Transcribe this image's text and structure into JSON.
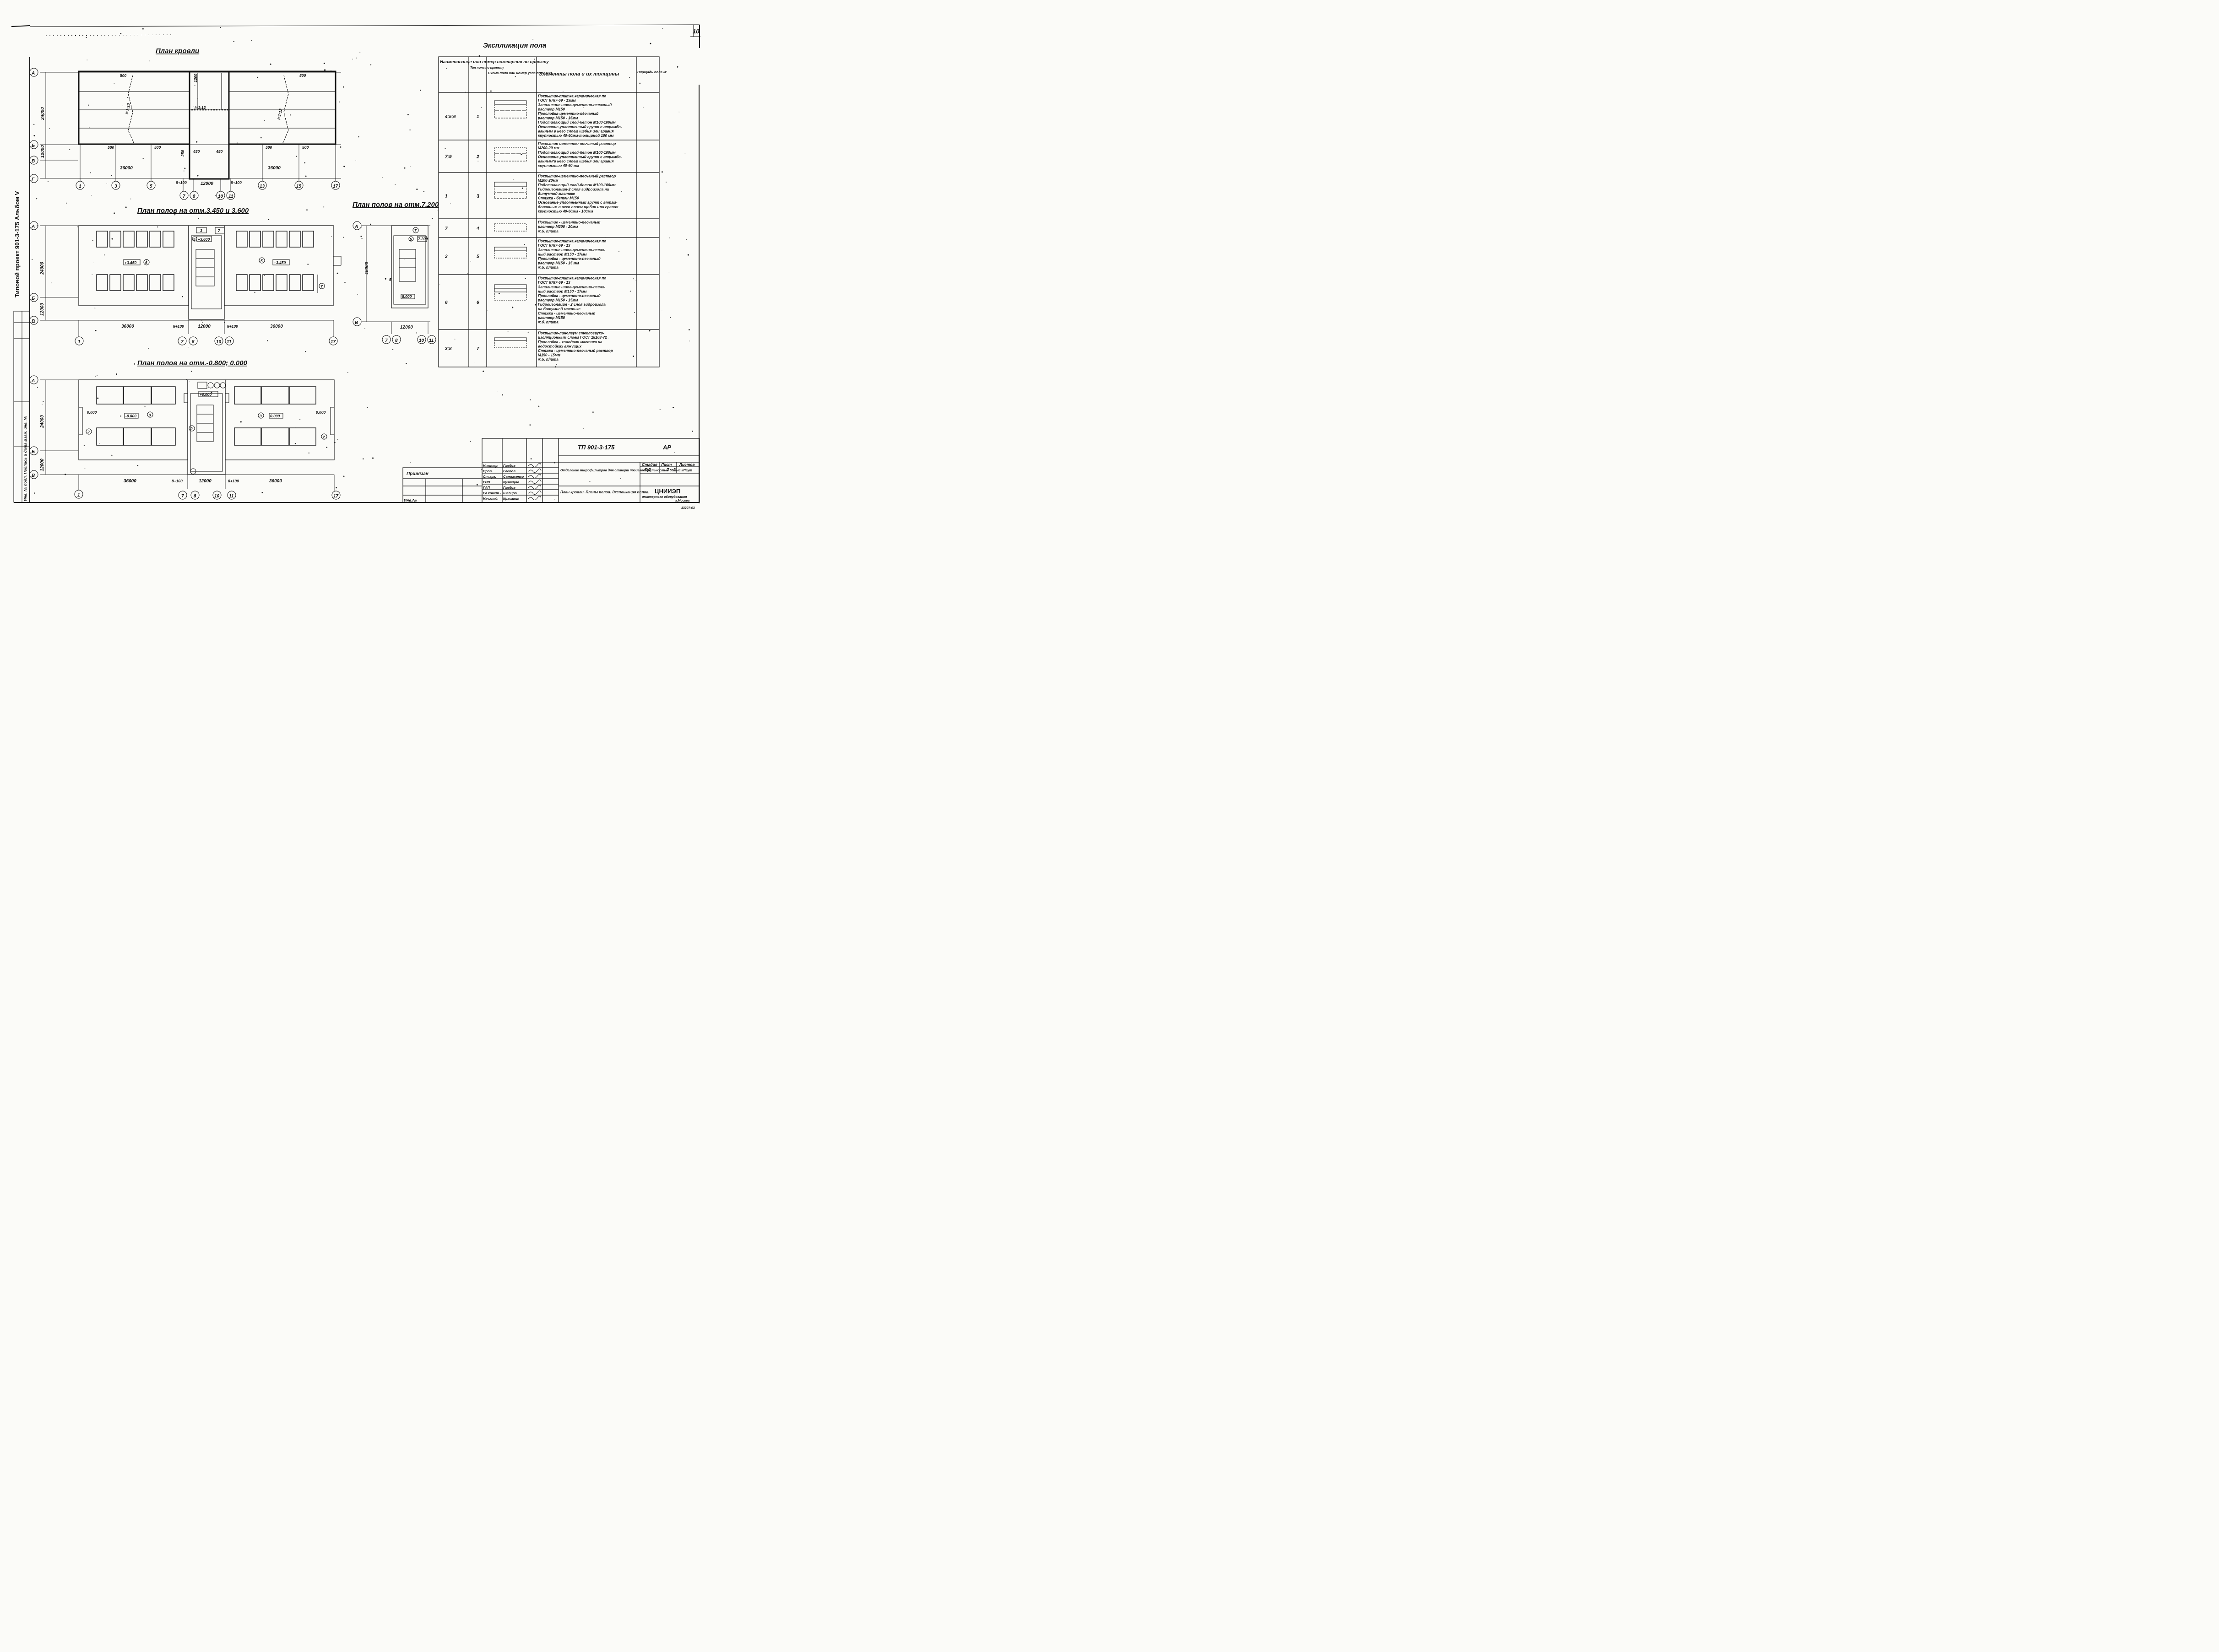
{
  "sheet_number": "10",
  "album_text": "Типовой проект 901-3-175   Альбом V",
  "side_stamp_text": "Инв. № подл. Подпись и дата Взам. инв. №",
  "roof_plan": {
    "title": "План кровли",
    "dims": {
      "a": "24000",
      "b": "12000",
      "l": "36000",
      "r": "36000",
      "mid": "12000",
      "off_l": "8+100",
      "off_r": "8+100",
      "d500": "500",
      "d450": "450",
      "d1200": "1200",
      "d250": "250",
      "slope": "i=1:12",
      "slope2": "i=1:12"
    },
    "axes": [
      "1",
      "3",
      "5",
      "7",
      "8",
      "10",
      "11",
      "13",
      "15",
      "17"
    ],
    "row_axes": [
      "А",
      "Б",
      "В",
      "Г"
    ]
  },
  "floor_plan_3450": {
    "title": "План полов на отм.3.450 и 3.600",
    "dims": {
      "a": "24000",
      "b": "12000",
      "l": "36000",
      "mid": "12000",
      "r": "36000",
      "off_l": "8+100",
      "off_r": "8+100"
    },
    "marks": {
      "m1": "+3.450",
      "m2": "+3.450",
      "m3": "+3.600",
      "m4": "+3.600"
    },
    "floor_types": {
      "f1": "6",
      "f2": "5",
      "f3": "7",
      "f4": "5",
      "f5": "3",
      "f6": "7"
    },
    "axes": [
      "1",
      "7",
      "8",
      "10",
      "11",
      "17"
    ]
  },
  "floor_plan_7200": {
    "title": "План полов на отм.7.200",
    "dims": {
      "a": "18000",
      "mid": "12000"
    },
    "marks": {
      "m1": "7.200",
      "m2": "8.000"
    },
    "floor_types": {
      "f1": "7",
      "f2": "5",
      "f3": "5"
    },
    "axes": [
      "7",
      "8",
      "10",
      "11"
    ]
  },
  "floor_plan_0800": {
    "title": "План полов на отм.-0.800; 0.000",
    "dims": {
      "a": "24000",
      "b": "12000",
      "l": "36000",
      "mid": "12000",
      "r": "36000",
      "off_l": "8+100",
      "off_r": "8+100"
    },
    "marks": {
      "m1": "0.000",
      "m2": "-0.800",
      "m3": "0.000",
      "m4": "0.000",
      "m5": "+0.000"
    },
    "floor_types": {
      "f1": "2",
      "f2": "3",
      "f3": "3",
      "f4": "2",
      "f5": "2"
    },
    "axes": [
      "1",
      "7",
      "8",
      "10",
      "11",
      "17"
    ]
  },
  "explication": {
    "title": "Экспликация пола",
    "headers": [
      "Наименование или номер помещения по проекту",
      "Тип пола по проекту",
      "Схема пола или номер узла по серии",
      "Элементы пола и их толщины",
      "Площадь пола м²"
    ],
    "rows": [
      {
        "room": "4;5;6",
        "type": "1",
        "elements": [
          "Покрытие-плитка керамическая по",
          "ГОСТ 6787-69 - 13мм",
          "Заполнение швов-цементно-песчаный",
          "раствор М150",
          "Прослойка-цементно-песчаный",
          "раствор М150 - 15мм",
          "Подстилающий слой-бетон М100-100мм",
          "Основание-уплотненный грунт с втрамбо-",
          "ванным в него слоем щебня или гравия",
          "крупностью 40-60мм-толщиной 100 мм"
        ]
      },
      {
        "room": "7;9",
        "type": "2",
        "elements": [
          "Покрытие-цементно-песчаный раствор",
          "М200-20 мм",
          "Подстилающий слой-бетон М100-100мм",
          "Основание-уплотненный грунт с втрамбо-",
          "ванным в него слоем щебня или гравия",
          "крупностью 40-60 мм"
        ]
      },
      {
        "room": "1",
        "type": "3",
        "elements": [
          "Покрытие-цементно-песчаный раствор",
          "М200-20мм",
          "Подстилающий слой-бетон М100-100мм",
          "Гидроизоляция-2 слоя гидроизола на",
          "битумной мастике",
          "Стяжка - бетон М150",
          "Основание-уплотненный грунт с втрам-",
          "бованным в него слоем щебня или гравия",
          "крупностью 40-60мм - 100мм"
        ]
      },
      {
        "room": "7",
        "type": "4",
        "elements": [
          "Покрытие - цементно-песчаный",
          "раствор М200 - 20мм",
          "ж.б. плита"
        ]
      },
      {
        "room": "2",
        "type": "5",
        "elements": [
          "Покрытие-плитка керамическая по",
          "ГОСТ 6787-69 - 13",
          "Заполнение швов-цементно-песча-",
          "ный раствор М150 - 17мм",
          "Прослойка - цементно-песчаный",
          "раствор М150 - 15 мм",
          "ж.б. плита"
        ]
      },
      {
        "room": "6",
        "type": "6",
        "elements": [
          "Покрытие-плитка керамическая по",
          "ГОСТ 6787-69 - 13",
          "Заполнение швов-цементно-песча-",
          "ный раствор М150 - 17мм",
          "Прослойка - цементно-песчаный",
          "раствор М150 - 15мм",
          "Гидроизоляция - 2 слоя гидроизола",
          "на битумной мастике",
          "Стяжка - цементно-песчаный",
          "раствор М150",
          "ж.б. плита"
        ]
      },
      {
        "room": "3;8",
        "type": "7",
        "elements": [
          "Покрытие-линолеум стеклозвуко-",
          "изоляционным слоем ГОСТ 18108-72",
          "Прослойка - холодная мастика на",
          "водостойких вяжущих",
          "Стяжка - цементно-песчаный раствор",
          "М150 - 15мм",
          "ж.б. плита"
        ]
      }
    ]
  },
  "title_block": {
    "code": "ТП 901-3-175",
    "stage_code": "АР",
    "project_desc": "Отделение микрофильтров для станции производительностью 50тыс.м³/сут",
    "sheet_desc": "План кровли. Планы полов. Экспликация полов.",
    "stage_head": "Стадия",
    "sheet_head": "Лист",
    "sheets_head": "Листов",
    "stage": "РД",
    "sheet": "7",
    "org_name": "ЦНИИЭП",
    "org_sub": "инженерного оборудования",
    "org_city": "г.Москва",
    "linked_label": "Привязан",
    "inv_label": "Инв.№",
    "bottom_code": "13207-03",
    "staff": [
      {
        "role": "Н.контр.",
        "name": "Глебов"
      },
      {
        "role": "Пров.",
        "name": "Глебов"
      },
      {
        "role": "Ст.арх.",
        "name": "Самвасенко"
      },
      {
        "role": "ГИП",
        "name": "Кузнецов"
      },
      {
        "role": "ГАП",
        "name": "Глебов"
      },
      {
        "role": "Гл.конст.",
        "name": "Шапиро"
      },
      {
        "role": "Нач.отд.",
        "name": "Красавин"
      }
    ]
  }
}
